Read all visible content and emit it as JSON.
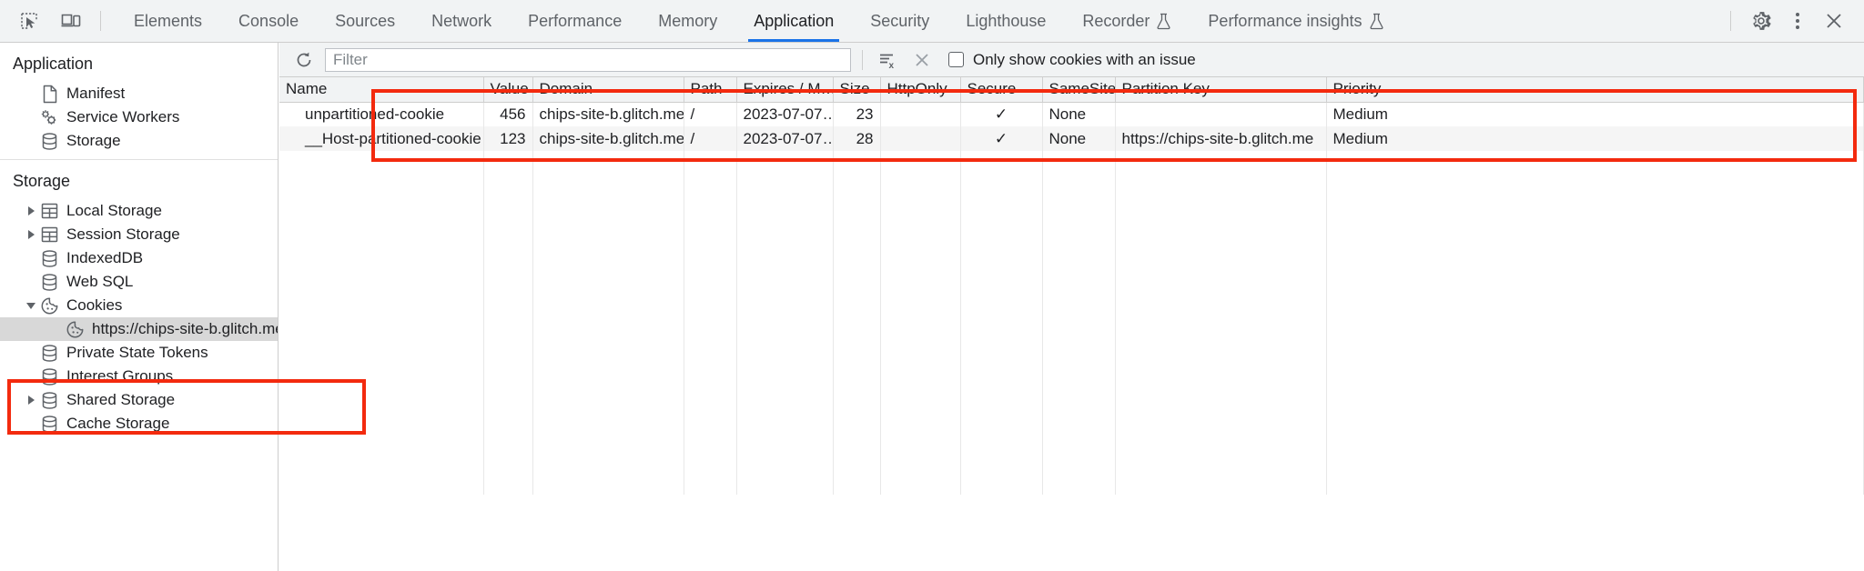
{
  "toolbar": {
    "inspect_icon": "inspect-cursor-icon",
    "device_icon": "device-toolbar-icon",
    "tabs": [
      {
        "label": "Elements",
        "active": false,
        "experimental": false
      },
      {
        "label": "Console",
        "active": false,
        "experimental": false
      },
      {
        "label": "Sources",
        "active": false,
        "experimental": false
      },
      {
        "label": "Network",
        "active": false,
        "experimental": false
      },
      {
        "label": "Performance",
        "active": false,
        "experimental": false
      },
      {
        "label": "Memory",
        "active": false,
        "experimental": false
      },
      {
        "label": "Application",
        "active": true,
        "experimental": false
      },
      {
        "label": "Security",
        "active": false,
        "experimental": false
      },
      {
        "label": "Lighthouse",
        "active": false,
        "experimental": false
      },
      {
        "label": "Recorder",
        "active": false,
        "experimental": true
      },
      {
        "label": "Performance insights",
        "active": false,
        "experimental": true
      }
    ],
    "settings_icon": "gear-icon",
    "more_icon": "more-vertical-icon",
    "close_icon": "close-icon",
    "active_tab_underline_color": "#1a73e8"
  },
  "sidebar": {
    "application": {
      "title": "Application",
      "items": [
        {
          "label": "Manifest",
          "icon": "document-icon",
          "twisty": "none",
          "selected": false
        },
        {
          "label": "Service Workers",
          "icon": "gears-icon",
          "twisty": "none",
          "selected": false
        },
        {
          "label": "Storage",
          "icon": "database-icon",
          "twisty": "none",
          "selected": false
        }
      ]
    },
    "storage": {
      "title": "Storage",
      "items": [
        {
          "label": "Local Storage",
          "icon": "table-icon",
          "twisty": "collapsed",
          "selected": false
        },
        {
          "label": "Session Storage",
          "icon": "table-icon",
          "twisty": "collapsed",
          "selected": false
        },
        {
          "label": "IndexedDB",
          "icon": "database-icon",
          "twisty": "none",
          "selected": false
        },
        {
          "label": "Web SQL",
          "icon": "database-icon",
          "twisty": "none",
          "selected": false
        },
        {
          "label": "Cookies",
          "icon": "cookie-icon",
          "twisty": "expanded",
          "selected": false
        },
        {
          "label": "https://chips-site-b.glitch.me",
          "icon": "cookie-icon",
          "twisty": "none",
          "selected": true,
          "child": true
        },
        {
          "label": "Private State Tokens",
          "icon": "database-icon",
          "twisty": "none",
          "selected": false
        },
        {
          "label": "Interest Groups",
          "icon": "database-icon",
          "twisty": "none",
          "selected": false
        },
        {
          "label": "Shared Storage",
          "icon": "database-icon",
          "twisty": "collapsed",
          "selected": false
        },
        {
          "label": "Cache Storage",
          "icon": "database-icon",
          "twisty": "none",
          "selected": false
        }
      ]
    }
  },
  "filter_bar": {
    "refresh_icon": "refresh-icon",
    "filter_placeholder": "Filter",
    "filter_value": "",
    "clear_all_icon": "clear-all-cookies-icon",
    "clear_filter_icon": "close-icon",
    "issue_checkbox_label": "Only show cookies with an issue",
    "issue_checkbox_checked": false
  },
  "cookies_table": {
    "columns": [
      "Name",
      "Value",
      "Domain",
      "Path",
      "Expires / M…",
      "Size",
      "HttpOnly",
      "Secure",
      "SameSite",
      "Partition Key",
      "Priority"
    ],
    "rows": [
      {
        "name": "unpartitioned-cookie",
        "value": "456",
        "domain": "chips-site-b.glitch.me",
        "path": "/",
        "expires": "2023-07-07…",
        "size": "23",
        "httponly": "",
        "secure": "✓",
        "samesite": "None",
        "partition_key": "",
        "priority": "Medium"
      },
      {
        "name": "__Host-partitioned-cookie",
        "value": "123",
        "domain": "chips-site-b.glitch.me",
        "path": "/",
        "expires": "2023-07-07…",
        "size": "28",
        "httponly": "",
        "secure": "✓",
        "samesite": "None",
        "partition_key": "https://chips-site-b.glitch.me",
        "priority": "Medium"
      }
    ]
  },
  "annotations": {
    "highlight_color": "#f32a0e",
    "boxes": [
      {
        "name": "cookies-table-highlight"
      },
      {
        "name": "cookies-tree-highlight"
      }
    ]
  }
}
